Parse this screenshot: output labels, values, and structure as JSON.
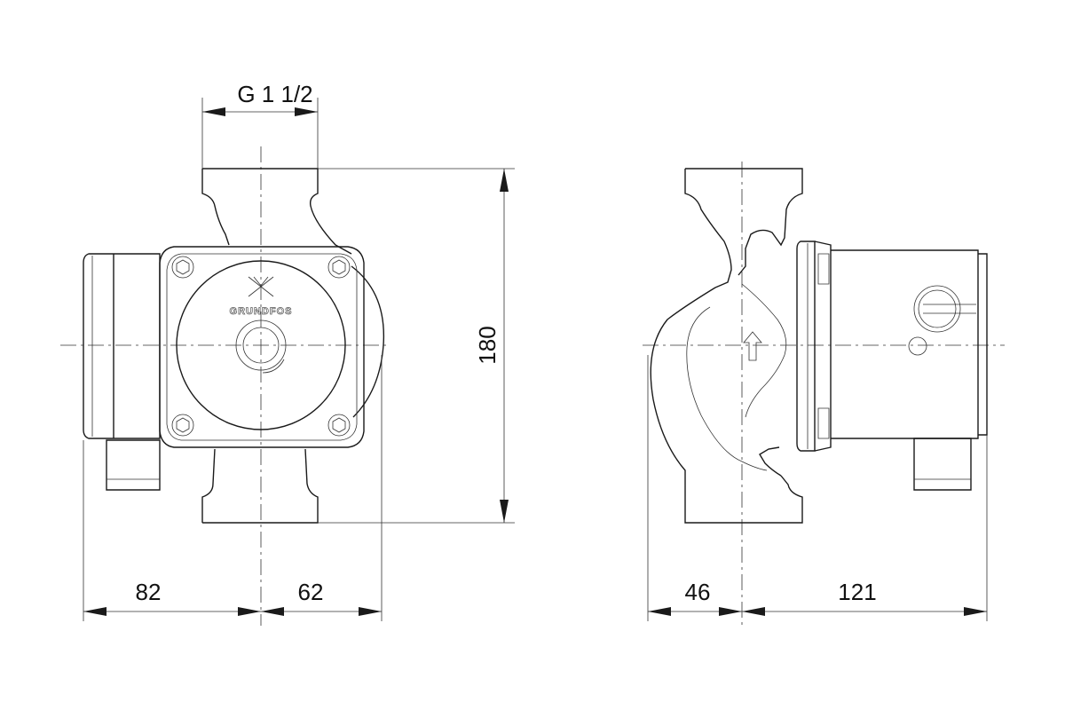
{
  "drawing": {
    "front_view": {
      "connection_label": "G 1 1/2",
      "height_label": "180",
      "left_width_label": "82",
      "right_width_label": "62",
      "brand_label": "GRUNDFOS"
    },
    "side_view": {
      "left_depth_label": "46",
      "right_depth_label": "121"
    }
  }
}
